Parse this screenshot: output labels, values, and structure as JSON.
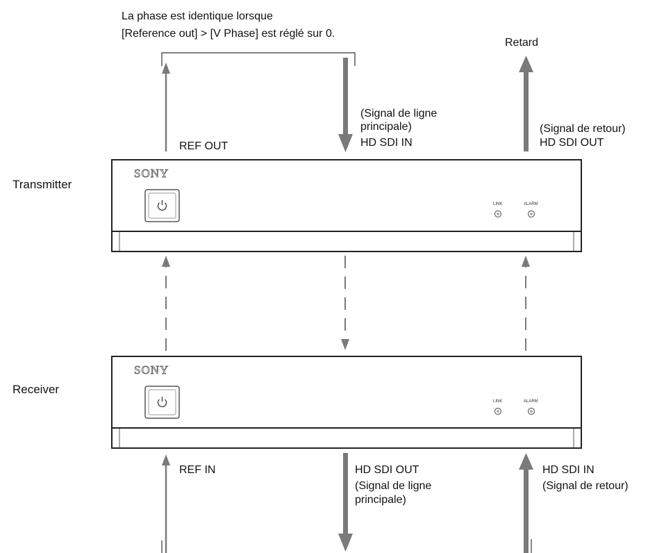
{
  "top_note": {
    "line1": "La phase est identique lorsque",
    "line2": "[Reference out] > [V Phase] est réglé sur 0."
  },
  "transmitter": {
    "label": "Transmitter",
    "brand": "SONY",
    "link_label": "LINK",
    "alarm_label": "ALARM",
    "power_icon": "power-icon"
  },
  "receiver": {
    "label": "Receiver",
    "brand": "SONY",
    "link_label": "LINK",
    "alarm_label": "ALARM",
    "power_icon": "power-icon"
  },
  "tx_ports": {
    "ref_out": "REF OUT",
    "hd_sdi_in_line1": "(Signal de ligne",
    "hd_sdi_in_line2": "principale)",
    "hd_sdi_in_line3": "HD SDI IN",
    "hd_sdi_out_line1": "(Signal de retour)",
    "hd_sdi_out_line2": "HD SDI OUT",
    "delay": "Retard"
  },
  "rx_ports": {
    "ref_in": "REF IN",
    "hd_sdi_out_line1": "HD SDI OUT",
    "hd_sdi_out_line2": "(Signal de ligne",
    "hd_sdi_out_line3": "principale)",
    "hd_sdi_in_line1": "HD SDI IN",
    "hd_sdi_in_line2": "(Signal de retour)"
  },
  "colors": {
    "arrow": "#7a7a7a",
    "outline": "#222222"
  }
}
